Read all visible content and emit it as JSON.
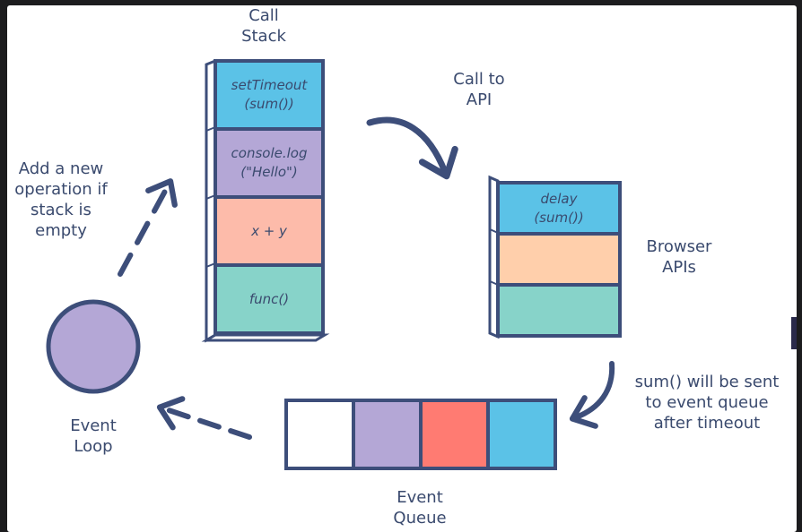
{
  "labels": {
    "call_stack": "Call\nStack",
    "call_to_api": "Call to\nAPI",
    "browser_apis": "Browser\nAPIs",
    "add_operation": "Add a new\noperation if\nstack is\nempty",
    "event_loop": "Event\nLoop",
    "event_queue": "Event\nQueue",
    "sent_to_queue": "sum() will be sent\nto event queue\nafter timeout"
  },
  "call_stack_items": [
    {
      "text": "setTimeout\n(sum())",
      "color": "#5bc2e7"
    },
    {
      "text": "console.log\n(\"Hello\")",
      "color": "#b4a7d6"
    },
    {
      "text": "x + y",
      "color": "#fdbbaa"
    },
    {
      "text": "func()",
      "color": "#87d3c9"
    }
  ],
  "browser_api_items": [
    {
      "text": "delay\n(sum())",
      "color": "#5bc2e7"
    },
    {
      "text": "",
      "color": "#ffcfab"
    },
    {
      "text": "",
      "color": "#87d3c9"
    }
  ],
  "event_queue_items": [
    {
      "color": "#ffffff"
    },
    {
      "color": "#b4a7d6"
    },
    {
      "color": "#ff7b72"
    },
    {
      "color": "#5bc2e7"
    }
  ],
  "colors": {
    "stroke": "#3d4e7a",
    "event_loop_fill": "#b4a7d6"
  }
}
